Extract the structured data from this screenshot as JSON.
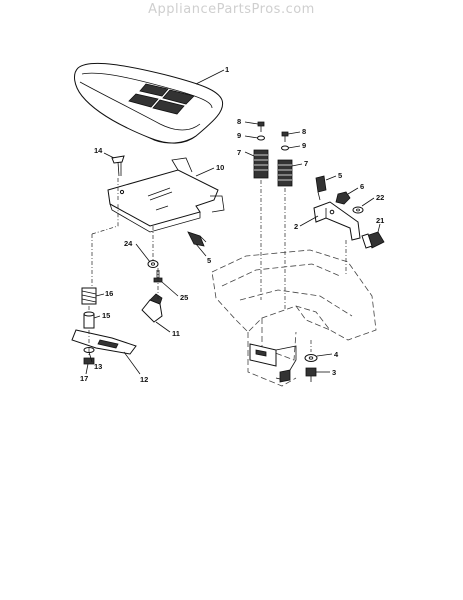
{
  "watermark": "AppliancePartsPros.com",
  "callouts": [
    {
      "id": "c1",
      "label": "1"
    },
    {
      "id": "c14",
      "label": "14"
    },
    {
      "id": "c10",
      "label": "10"
    },
    {
      "id": "c8a",
      "label": "8"
    },
    {
      "id": "c9a",
      "label": "9"
    },
    {
      "id": "c7a",
      "label": "7"
    },
    {
      "id": "c8b",
      "label": "8"
    },
    {
      "id": "c9b",
      "label": "9"
    },
    {
      "id": "c7b",
      "label": "7"
    },
    {
      "id": "c5a",
      "label": "5"
    },
    {
      "id": "c6",
      "label": "6"
    },
    {
      "id": "c22",
      "label": "22"
    },
    {
      "id": "c2",
      "label": "2"
    },
    {
      "id": "c21",
      "label": "21"
    },
    {
      "id": "c24",
      "label": "24"
    },
    {
      "id": "c5b",
      "label": "5"
    },
    {
      "id": "c25",
      "label": "25"
    },
    {
      "id": "c16",
      "label": "16"
    },
    {
      "id": "c15",
      "label": "15"
    },
    {
      "id": "c11",
      "label": "11"
    },
    {
      "id": "c13",
      "label": "13"
    },
    {
      "id": "c17",
      "label": "17"
    },
    {
      "id": "c12",
      "label": "12"
    },
    {
      "id": "c4",
      "label": "4"
    },
    {
      "id": "c3",
      "label": "3"
    }
  ]
}
